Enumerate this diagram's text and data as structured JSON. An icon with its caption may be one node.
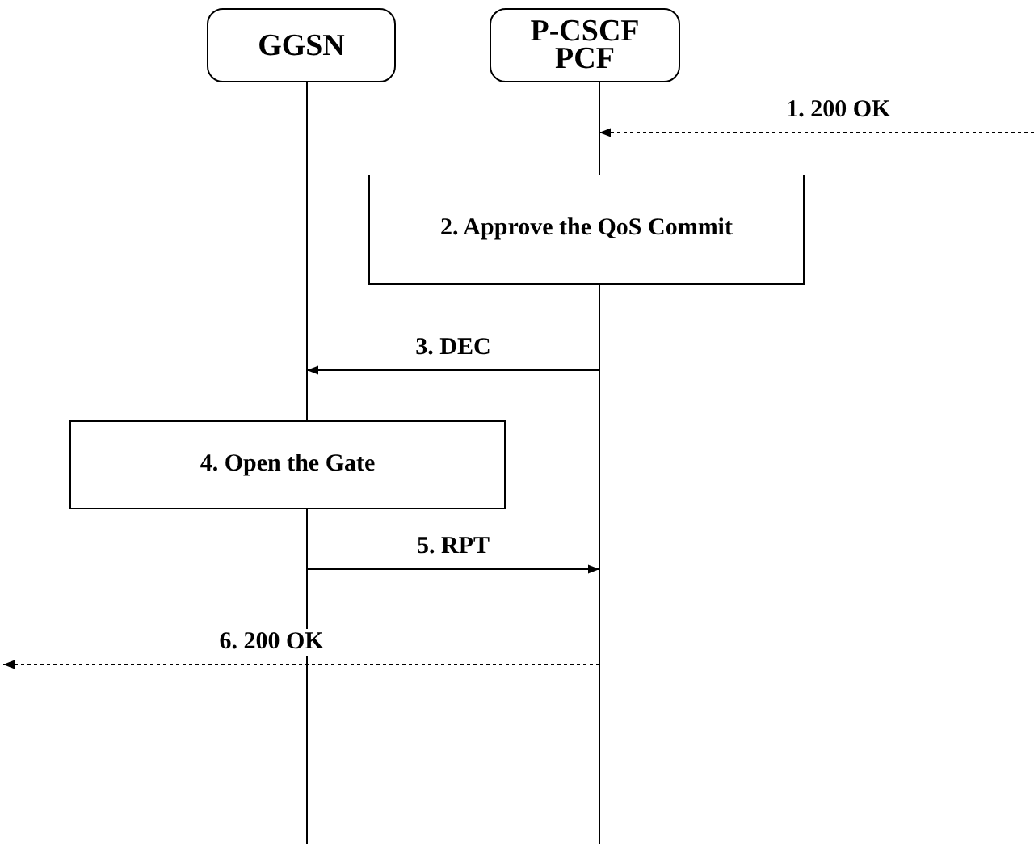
{
  "diagram": {
    "nodes": [
      {
        "text": [
          "GGSN"
        ]
      },
      {
        "text": [
          "P-CSCF PCF"
        ]
      },
      {
        "text": [
          "2. Approve the QoS Commit"
        ]
      },
      {
        "text": [
          "4. Open the Gate"
        ]
      }
    ],
    "edges": [
      {
        "from": null,
        "to": 1,
        "arrow": "to",
        "label": "1. 200 OK",
        "style": "dashed"
      },
      {
        "from": 1,
        "to": 0,
        "arrow": "to",
        "label": "3. DEC"
      },
      {
        "from": 0,
        "to": 1,
        "arrow": "to",
        "label": "5. RPT"
      },
      {
        "from": 1,
        "to": null,
        "arrow": "to",
        "label": "6. 200 OK",
        "style": "dashed"
      }
    ]
  }
}
